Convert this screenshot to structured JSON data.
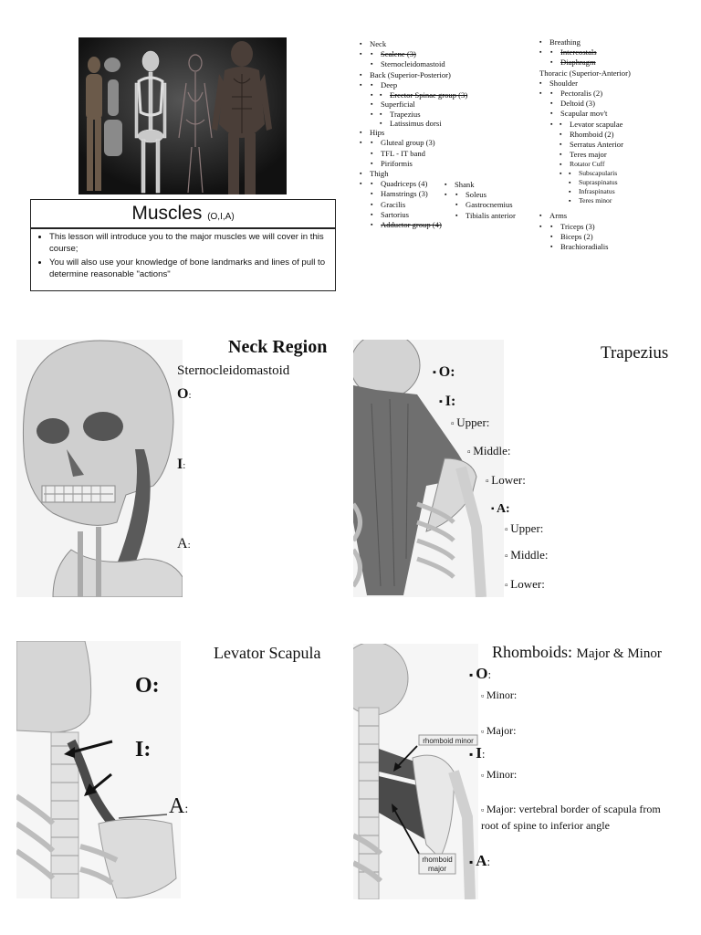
{
  "slide1": {
    "title": "Muscles",
    "title_suffix": "(O,I,A)",
    "bullets": [
      "This lesson will introduce you to the major muscles we will cover in this course;",
      "You will also use your knowledge of bone landmarks and lines of pull to determine reasonable \"actions\""
    ],
    "outline_left": {
      "neck": "Neck",
      "scalene": "Scalene (3)",
      "scm": "Sternocleidomastoid",
      "back": "Back (Superior-Posterior)",
      "deep": "Deep",
      "erector": "Erector Spinae group (3)",
      "superficial": "Superficial",
      "trapezius": "Trapezius",
      "lats": "Latissimus dorsi",
      "hips": "Hips",
      "gluteal": "Gluteal group (3)",
      "tfl": "TFL - IT band",
      "piriformis": "Piriformis",
      "thigh": "Thigh",
      "quadriceps": "Quadriceps (4)",
      "hamstrings": "Hamstrings (3)",
      "gracilis": "Gracilis",
      "sartorius": "Sartorius",
      "adductor": "Adductor group (4)",
      "shank": "Shank",
      "soleus": "Soleus",
      "gastrocnemius": "Gastrocnemius",
      "tibialis": "Tibialis anterior"
    },
    "outline_right": {
      "breathing": "Breathing",
      "intercostals": "Intercostals",
      "diaphragm": "Diaphragm",
      "thoracic": "Thoracic (Superior-Anterior)",
      "shoulder": "Shoulder",
      "pectoralis": "Pectoralis (2)",
      "deltoid": "Deltoid (3)",
      "scapular": "Scapular mov't",
      "levator": "Levator scapulae",
      "rhomboid": "Rhomboid (2)",
      "serratus": "Serratus Anterior",
      "teres_major": "Teres major",
      "rotator": "Rotator Cuff",
      "subscap": "Subscapularis",
      "supraspin": "Supraspinatus",
      "infraspin": "Infraspinatus",
      "teres_minor": "Teres minor",
      "arms": "Arms",
      "triceps": "Triceps (3)",
      "biceps": "Biceps (2)",
      "brachio": "Brachioradialis"
    }
  },
  "slide2": {
    "heading": "Neck Region",
    "muscle": "Sternocleidomastoid",
    "o": "O",
    "i": "I",
    "a": "A"
  },
  "slide3": {
    "heading": "Trapezius",
    "o": "O:",
    "i": "I:",
    "a": "A:",
    "upper": "Upper:",
    "middle": "Middle:",
    "lower": "Lower:"
  },
  "slide4": {
    "heading": "Levator Scapula",
    "o": "O:",
    "i": "I:",
    "a": "A"
  },
  "slide5": {
    "heading": "Rhomboids:",
    "heading_suffix": "Major & Minor",
    "o": "O",
    "i": "I",
    "a": "A",
    "minor": "Minor:",
    "major": "Major:",
    "major_insertion": "Major: vertebral border of scapula from root of spine to inferior angle",
    "label_minor": "rhomboid minor",
    "label_major_1": "rhomboid",
    "label_major_2": "major"
  }
}
